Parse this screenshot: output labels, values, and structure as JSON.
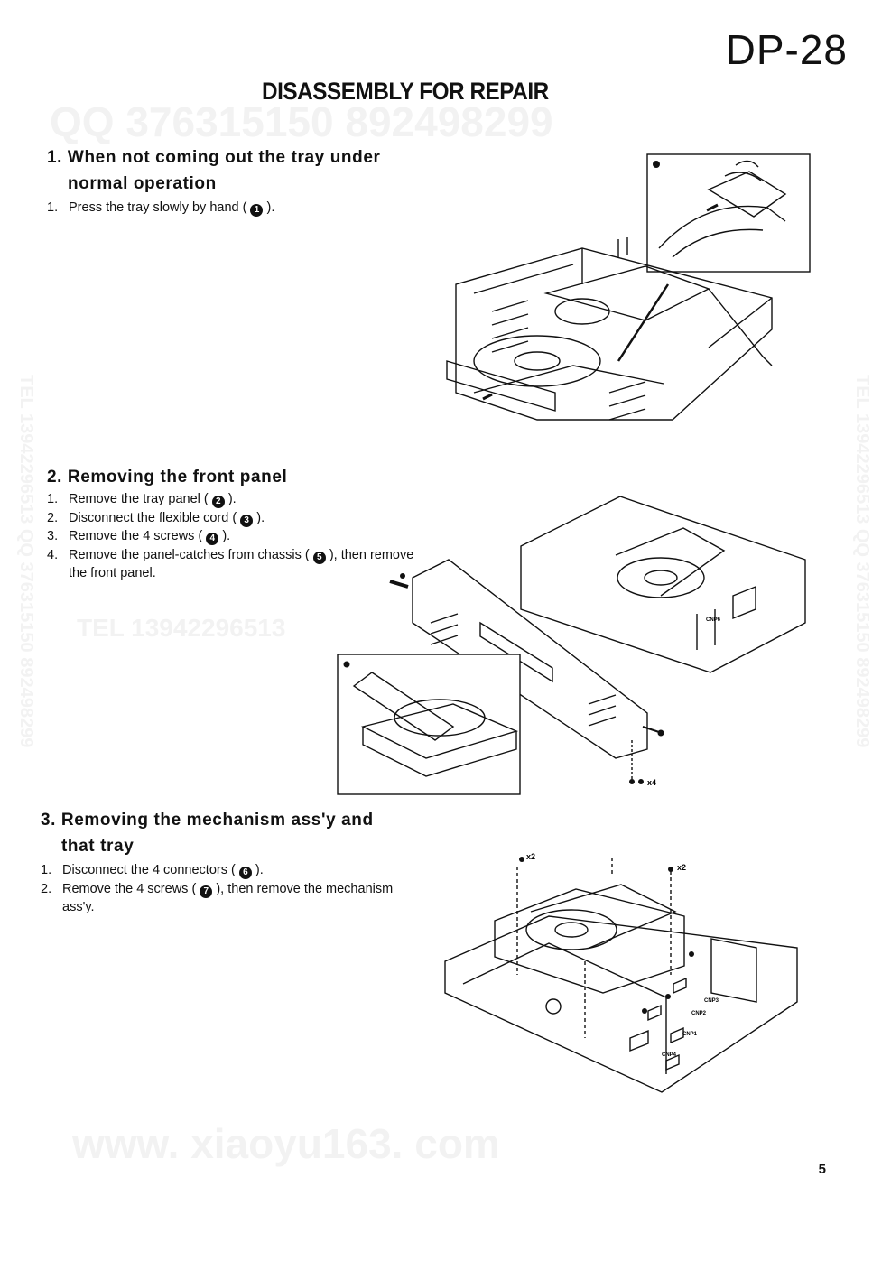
{
  "header": {
    "model": "DP-28",
    "title": "DISASSEMBLY FOR REPAIR"
  },
  "watermarks": {
    "top": "QQ 376315150   892498299",
    "mid": "TEL 13942296513",
    "bottom": "www. xiaoyu163. com",
    "side_left": "TEL 13942296513  QQ 376315150  892498299",
    "side_right": "TEL 13942296513  QQ 376315150  892498299"
  },
  "sections": [
    {
      "heading_line1": "1. When not coming out the tray under",
      "heading_line2": "normal operation",
      "steps": [
        {
          "num": "1.",
          "text": "Press the tray slowly by hand (",
          "ref": "1",
          "tail": ")."
        }
      ]
    },
    {
      "heading_line1": "2. Removing the front panel",
      "steps": [
        {
          "num": "1.",
          "text": "Remove the tray panel (",
          "ref": "2",
          "tail": ")."
        },
        {
          "num": "2.",
          "text": "Disconnect the flexible cord (",
          "ref": "3",
          "tail": ")."
        },
        {
          "num": "3.",
          "text": "Remove the 4 screws (",
          "ref": "4",
          "tail": ")."
        },
        {
          "num": "4.",
          "text": "Remove the panel-catches from chassis (",
          "ref": "5",
          "tail": "), then remove the front panel."
        }
      ]
    },
    {
      "heading_line1": "3. Removing the mechanism ass'y and",
      "heading_line2": "that tray",
      "steps": [
        {
          "num": "1.",
          "text": "Disconnect the 4 connectors (",
          "ref": "6",
          "tail": ")."
        },
        {
          "num": "2.",
          "text": "Remove the 4 screws (",
          "ref": "7",
          "tail": "), then remove the mechanism ass'y."
        }
      ]
    }
  ],
  "figure_labels": {
    "fig2_x4": "x4",
    "fig3_x2a": "x2",
    "fig3_x2b": "x2",
    "cnp1": "CNP1",
    "cnp2": "CNP2",
    "cnp3": "CNP3",
    "cnp4": "CNP4",
    "cnp6": "CNP6"
  },
  "page_number": "5"
}
